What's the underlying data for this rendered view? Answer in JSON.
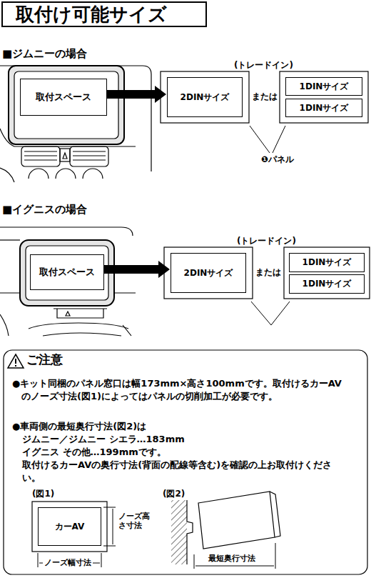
{
  "diagram": {
    "title": "取付け可能サイズ",
    "nodes": [
      {
        "text": [
          "取付スペース"
        ]
      },
      {
        "text": [
          "2DINサイズ"
        ]
      },
      {
        "text": [
          "1DINサイズ"
        ]
      },
      {
        "text": [
          "1DINサイズ"
        ]
      },
      {
        "text": [
          "取付スペース"
        ]
      },
      {
        "text": [
          "2DINサイズ"
        ]
      },
      {
        "text": [
          "1DINサイズ"
        ]
      },
      {
        "text": [
          "1DINサイズ"
        ]
      },
      {
        "text": [
          "ご注意",
          "●キット同梱のパネル窓口は幅173mm×高さ100mmです。取付けるカーAVのノーズ寸法(図1)によってはパネルの切削加工が必要です。",
          "●車両側の最短奥行寸法(図2)は",
          "ジムニー／ジムニー シエラ…183mm",
          "イグニス その他…199mmです。",
          "取付けるカーAVの奥行寸法(背面の配線等含む)を確認の上お取付けください。"
        ]
      },
      {
        "text": [
          "カーAV"
        ],
        "in": 8
      }
    ],
    "edges": [
      {
        "from": 0,
        "to": 1,
        "arrow": "to"
      },
      {
        "from": 4,
        "to": 5,
        "arrow": "to"
      }
    ],
    "labels": [
      "■ジムニーの場合",
      "(トレードイン)",
      "または",
      "❶パネル",
      "■イグニスの場合",
      "(トレードイン)",
      "または",
      "(図1)",
      "ノーズ高さ寸法",
      "ノーズ幅寸法",
      "(図2)",
      "最短奥行寸法"
    ]
  }
}
